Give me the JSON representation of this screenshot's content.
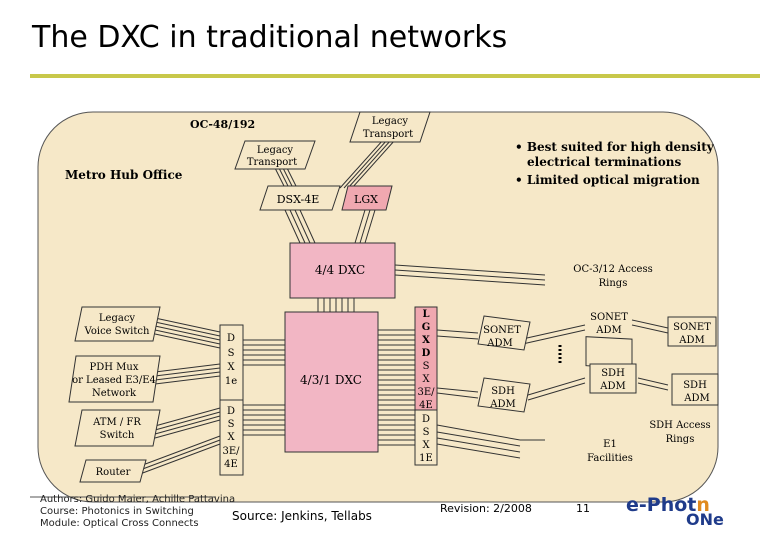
{
  "title": "The DXC in traditional networks",
  "labels": {
    "oc48": "OC-48/192",
    "legacy_transport_top": [
      "Legacy",
      "Transport"
    ],
    "legacy_transport_mid": [
      "Legacy",
      "Transport"
    ],
    "metro_hub": "Metro Hub Office",
    "dsx4e": "DSX-4E",
    "lgx": "LGX",
    "notes": [
      "• Best suited for high density",
      "electrical terminations",
      "• Limited optical migration"
    ],
    "dxc44": "4/4 DXC",
    "dxc431": "4/3/1 DXC",
    "oc312": [
      "OC-3/12 Access",
      "Rings"
    ],
    "legacy_voice": [
      "Legacy",
      "Voice Switch"
    ],
    "pdh_mux": [
      "PDH Mux",
      "or Leased E3/E4",
      "Network"
    ],
    "atm_fr": [
      "ATM / FR",
      "Switch"
    ],
    "router": "Router",
    "dsx1e_left": [
      "D",
      "S",
      "X",
      "1e"
    ],
    "dsx3e": [
      "D",
      "S",
      "X",
      "3E/",
      "4E"
    ],
    "lgx_dsx": [
      "L",
      "G",
      "X",
      "D",
      "S",
      "X",
      "3E/",
      "4E"
    ],
    "dsx1e_right": [
      "D",
      "S",
      "X",
      "1E"
    ],
    "sonet_adm_1": [
      "SONET",
      "ADM"
    ],
    "sonet_adm_2": [
      "SONET",
      "ADM"
    ],
    "sonet_adm_3": [
      "SONET",
      "ADM"
    ],
    "sdh_adm_1": [
      "SDH",
      "ADM"
    ],
    "sdh_adm_2": [
      "SDH",
      "ADM"
    ],
    "sdh_adm_3": [
      "SDH",
      "ADM"
    ],
    "sdh_rings": [
      "SDH Access",
      "Rings"
    ],
    "e1_fac": [
      "E1",
      "Facilities"
    ]
  },
  "footer": {
    "authors": [
      "Authors: Guido Maier, Achille Pattavina",
      "Course: Photonics in Switching",
      "Module: Optical Cross Connects"
    ],
    "source": "Source: Jenkins, Tellabs",
    "revision": "Revision: 2/2008",
    "page": "11",
    "logo_a": "e-Phot",
    "logo_b": "n",
    "logo_c": "ONe"
  },
  "colors": {
    "office_bg": "#f6e8c8",
    "dxc_fill": "#f2b6c4",
    "lgx_fill": "#f0a8b0",
    "accent_rule": "#c8c84a",
    "logo_blue": "#1f3b8a",
    "logo_orange": "#e08a1e"
  }
}
